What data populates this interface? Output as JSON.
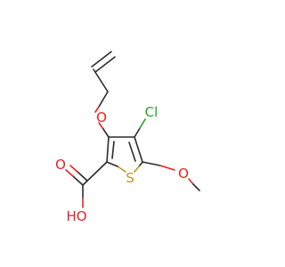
{
  "molecule": {
    "atoms": {
      "o_ether": {
        "symbol": "O",
        "element": "O"
      },
      "cl": {
        "symbol": "Cl",
        "element": "Cl"
      },
      "o_carbonyl": {
        "symbol": "O",
        "element": "O"
      },
      "s_ring": {
        "symbol": "S",
        "element": "S"
      },
      "o_methoxy": {
        "symbol": "O",
        "element": "O"
      },
      "oh": {
        "symbol": "HO",
        "element": "O"
      }
    },
    "colors": {
      "carbon_bond": "#2b2b2b",
      "oxygen": "#e8221f",
      "sulfur": "#b49b1c",
      "chlorine": "#24a524"
    }
  }
}
